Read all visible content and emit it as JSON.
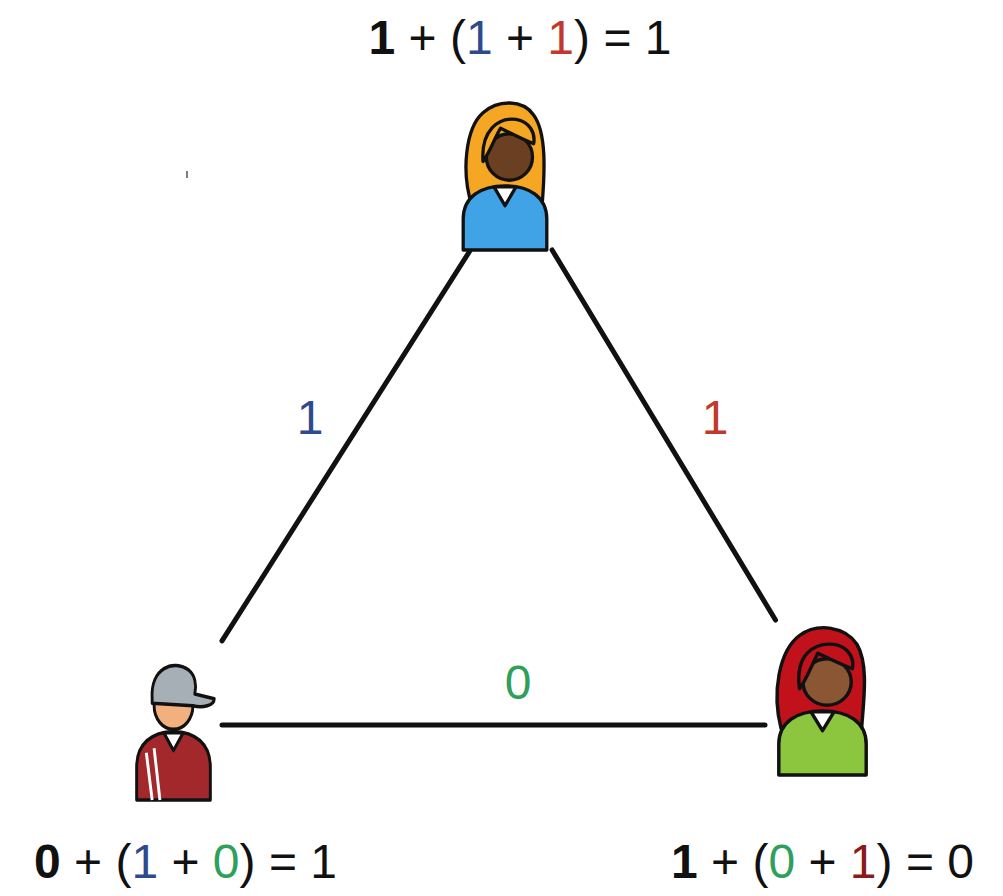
{
  "diagram": {
    "nodes": [
      {
        "text": [
          "1 + (1 + 1) = 1"
        ]
      },
      {
        "text": [
          "0 + (1 + 0) = 1"
        ]
      },
      {
        "text": [
          "1 + (0 + 1) = 0"
        ]
      }
    ],
    "edges": [
      {
        "from": 0,
        "to": 1,
        "arrow": "none",
        "label": "1"
      },
      {
        "from": 0,
        "to": 2,
        "arrow": "none",
        "label": "1"
      },
      {
        "from": 1,
        "to": 2,
        "arrow": "none",
        "label": "0"
      }
    ]
  }
}
